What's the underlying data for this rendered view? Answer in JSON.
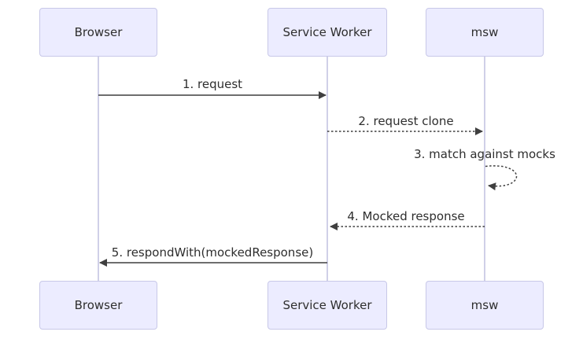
{
  "colors": {
    "actor_fill": "#ECECFF",
    "actor_border": "#C8C8E8",
    "lifeline": "#D0D0E8",
    "arrow": "#3f3f3f",
    "text": "#2e2e2e",
    "background": "#FFFFFF"
  },
  "diagram": {
    "type": "sequence-diagram",
    "actors": [
      {
        "id": "browser",
        "label": "Browser"
      },
      {
        "id": "service-worker",
        "label": "Service Worker"
      },
      {
        "id": "msw",
        "label": "msw"
      }
    ],
    "messages": [
      {
        "label": "1. request",
        "from": "Browser",
        "to": "Service Worker",
        "line": "solid"
      },
      {
        "label": "2. request clone",
        "from": "Service Worker",
        "to": "msw",
        "line": "dotted"
      },
      {
        "label": "3. match against mocks",
        "from": "msw",
        "to": "msw",
        "line": "dotted",
        "self_loop": true
      },
      {
        "label": "4. Mocked response",
        "from": "msw",
        "to": "Service Worker",
        "line": "dotted"
      },
      {
        "label": "5. respondWith(mockedResponse)",
        "from": "Service Worker",
        "to": "Browser",
        "line": "solid"
      }
    ]
  }
}
